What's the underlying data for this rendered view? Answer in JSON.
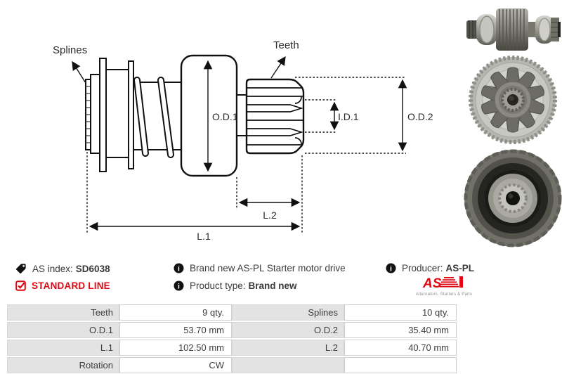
{
  "diagram": {
    "labels": {
      "splines": "Splines",
      "teeth": "Teeth",
      "od1": "O.D.1",
      "id1": "I.D.1",
      "od2": "O.D.2",
      "l1": "L.1",
      "l2": "L.2"
    }
  },
  "photos": {
    "side_view": "starter-drive-side-view-photo",
    "front_view": "pinion-gear-front-view-photo",
    "rear_view": "drive-clutch-rear-view-photo"
  },
  "info": {
    "as_index_label": "AS index:",
    "as_index_value": "SD6038",
    "standard_line": "STANDARD LINE",
    "description": "Brand new AS-PL Starter motor drive",
    "product_type_label": "Product type:",
    "product_type_value": "Brand new",
    "producer_label": "Producer:",
    "producer_value": "AS-PL",
    "logo_text": "AS",
    "logo_caption": "Alternators, Starters & Parts"
  },
  "colors": {
    "brand_red": "#e30613",
    "text": "#3a3a3a",
    "table_label_bg": "#e3e3e3"
  },
  "spec_table": {
    "rows": [
      {
        "label_left": "Teeth",
        "value_left": "9 qty.",
        "label_right": "Splines",
        "value_right": "10 qty."
      },
      {
        "label_left": "O.D.1",
        "value_left": "53.70 mm",
        "label_right": "O.D.2",
        "value_right": "35.40 mm"
      },
      {
        "label_left": "L.1",
        "value_left": "102.50 mm",
        "label_right": "L.2",
        "value_right": "40.70 mm"
      },
      {
        "label_left": "Rotation",
        "value_left": "CW",
        "label_right": "",
        "value_right": ""
      }
    ]
  }
}
